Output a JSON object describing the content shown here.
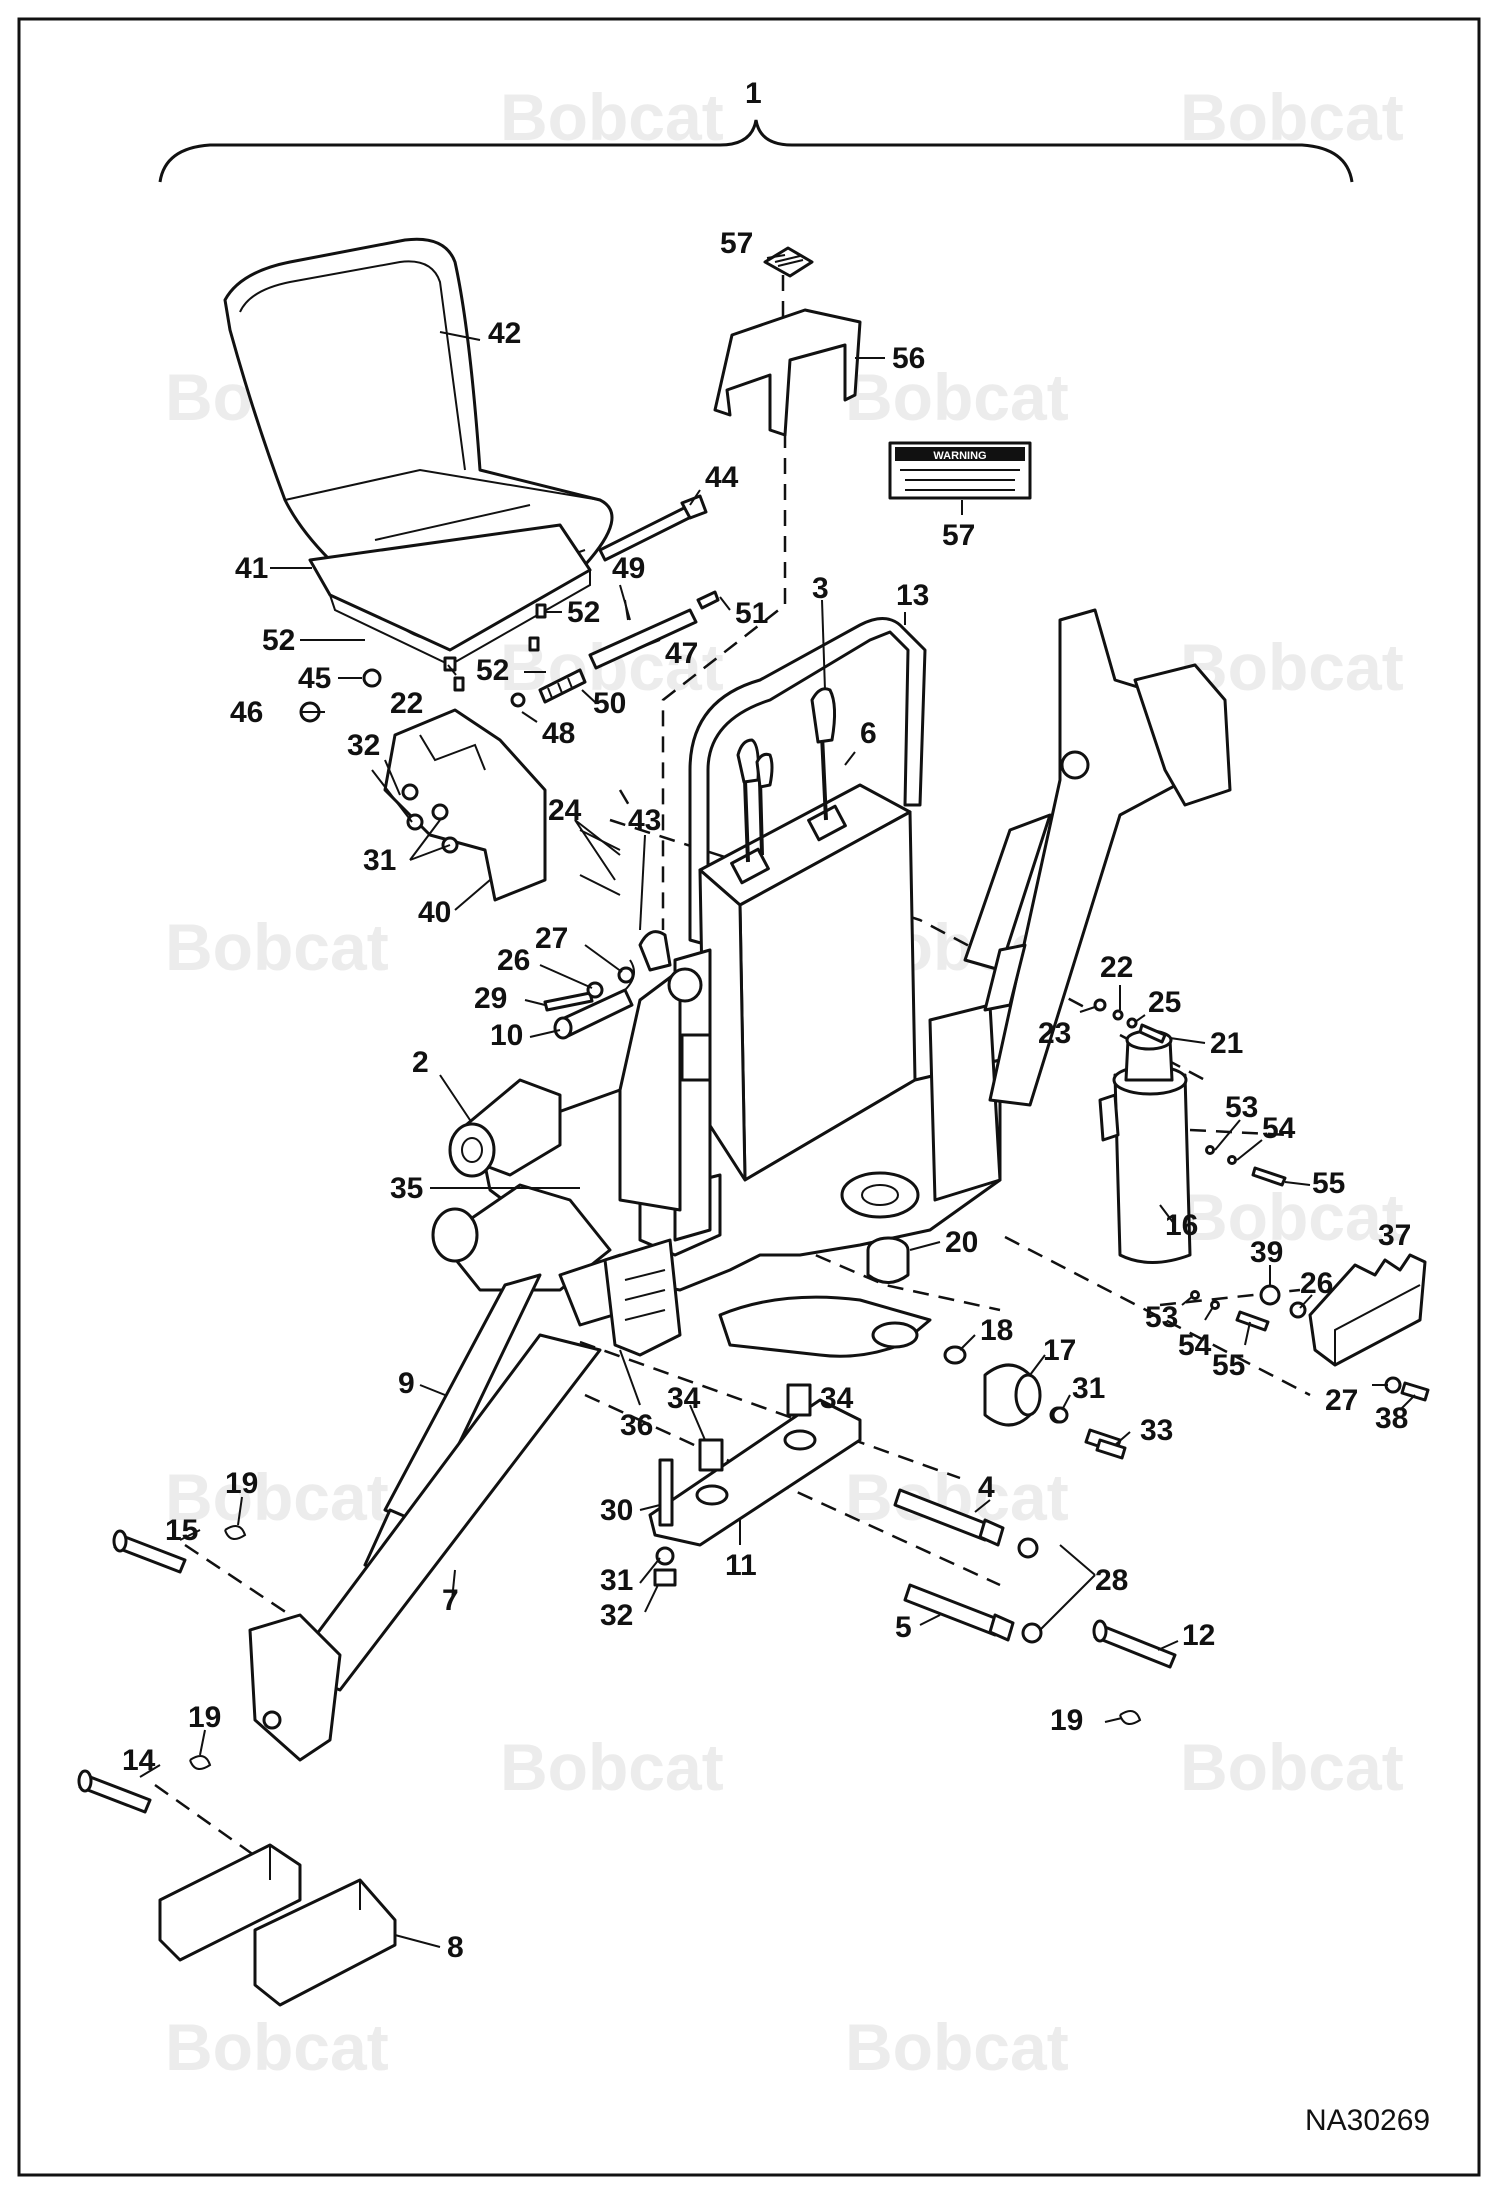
{
  "drawing_code": "NA30269",
  "watermark": "Bobcat",
  "assembly_label": "1",
  "callouts": [
    {
      "label": "57"
    },
    {
      "label": "56"
    },
    {
      "label": "57"
    },
    {
      "label": "42"
    },
    {
      "label": "44"
    },
    {
      "label": "41"
    },
    {
      "label": "49"
    },
    {
      "label": "51"
    },
    {
      "label": "52"
    },
    {
      "label": "52"
    },
    {
      "label": "47"
    },
    {
      "label": "45"
    },
    {
      "label": "22"
    },
    {
      "label": "52"
    },
    {
      "label": "50"
    },
    {
      "label": "46"
    },
    {
      "label": "48"
    },
    {
      "label": "3"
    },
    {
      "label": "13"
    },
    {
      "label": "6"
    },
    {
      "label": "32"
    },
    {
      "label": "24"
    },
    {
      "label": "43"
    },
    {
      "label": "31"
    },
    {
      "label": "40"
    },
    {
      "label": "27"
    },
    {
      "label": "26"
    },
    {
      "label": "29"
    },
    {
      "label": "10"
    },
    {
      "label": "22"
    },
    {
      "label": "25"
    },
    {
      "label": "23"
    },
    {
      "label": "21"
    },
    {
      "label": "2"
    },
    {
      "label": "53"
    },
    {
      "label": "54"
    },
    {
      "label": "55"
    },
    {
      "label": "35"
    },
    {
      "label": "16"
    },
    {
      "label": "20"
    },
    {
      "label": "39"
    },
    {
      "label": "37"
    },
    {
      "label": "26"
    },
    {
      "label": "53"
    },
    {
      "label": "54"
    },
    {
      "label": "55"
    },
    {
      "label": "18"
    },
    {
      "label": "17"
    },
    {
      "label": "9"
    },
    {
      "label": "34"
    },
    {
      "label": "34"
    },
    {
      "label": "31"
    },
    {
      "label": "33"
    },
    {
      "label": "27"
    },
    {
      "label": "38"
    },
    {
      "label": "36"
    },
    {
      "label": "19"
    },
    {
      "label": "15"
    },
    {
      "label": "30"
    },
    {
      "label": "4"
    },
    {
      "label": "11"
    },
    {
      "label": "31"
    },
    {
      "label": "28"
    },
    {
      "label": "32"
    },
    {
      "label": "7"
    },
    {
      "label": "5"
    },
    {
      "label": "12"
    },
    {
      "label": "19"
    },
    {
      "label": "14"
    },
    {
      "label": "19"
    },
    {
      "label": "8"
    }
  ]
}
